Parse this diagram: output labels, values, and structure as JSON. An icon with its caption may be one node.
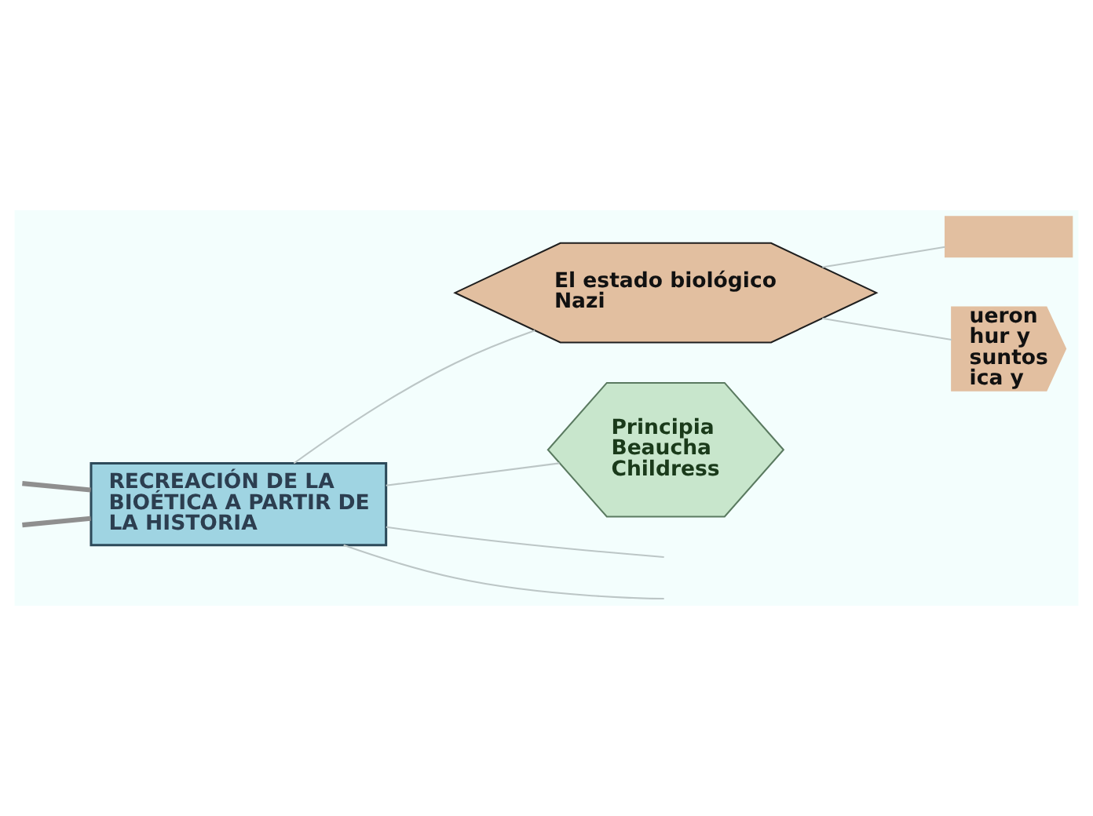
{
  "diagram": {
    "nodes": [
      {
        "text": [],
        "shape": "box"
      },
      {
        "text": [
          "El estado biológico Nazi"
        ]
      },
      {
        "text": [
          "ueron hur y suntos ica y"
        ]
      },
      {
        "text": [
          "RECREACIÓN DE LA BIOÉTICA A PARTIR DE LA HISTORIA"
        ]
      },
      {
        "text": [
          "Principia Beaucha Childress"
        ]
      }
    ],
    "edges": [
      {
        "from": 3,
        "to": 1,
        "arrow": "none"
      },
      {
        "from": 3,
        "to": null,
        "arrow": "none"
      },
      {
        "from": 3,
        "to": 4,
        "arrow": "none"
      },
      {
        "from": 3,
        "to": null,
        "arrow": "none"
      },
      {
        "from": null,
        "to": 3,
        "arrow": "none",
        "style": "thick",
        "color": "#8f8f8f"
      },
      {
        "from": null,
        "to": 3,
        "arrow": "none",
        "style": "thick",
        "color": "#8f8f8f"
      },
      {
        "from": 1,
        "to": 2,
        "arrow": "none"
      },
      {
        "from": 1,
        "to": 0,
        "arrow": "none"
      }
    ]
  }
}
